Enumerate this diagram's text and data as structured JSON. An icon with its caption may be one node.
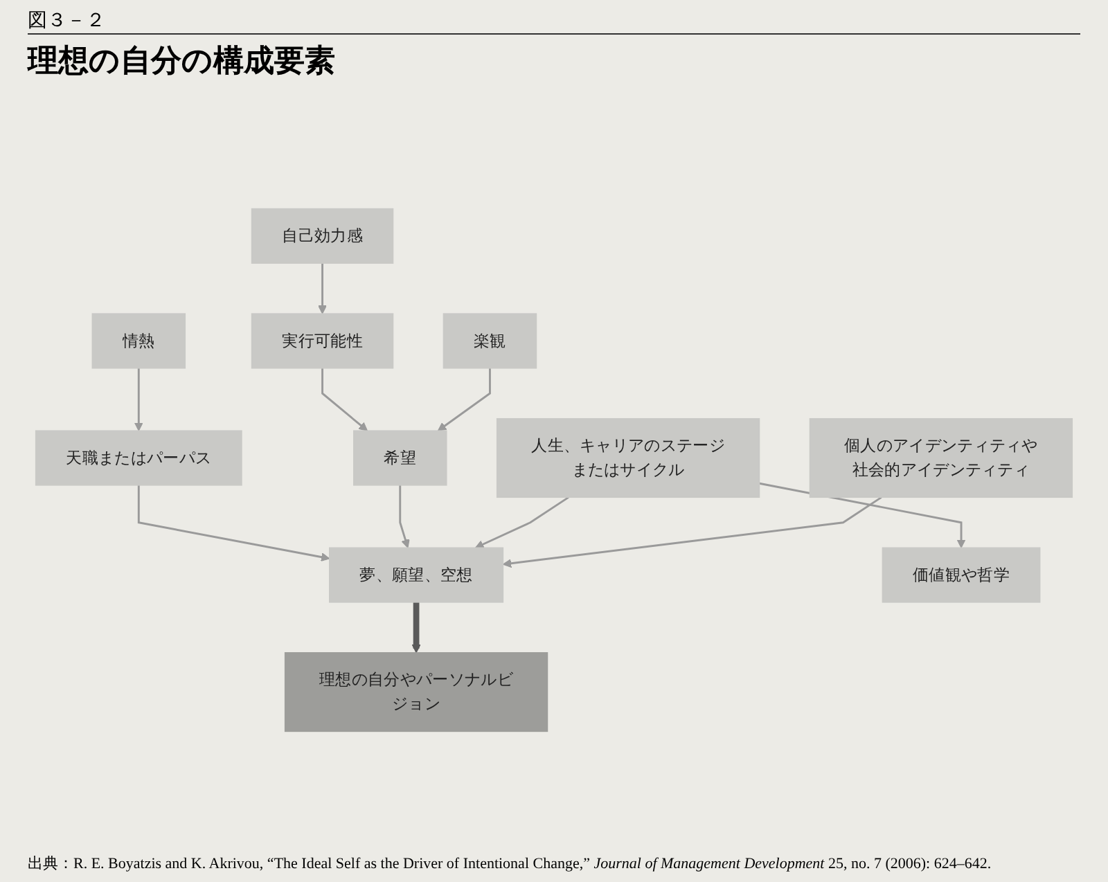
{
  "diagram": {
    "title": "理想の自分の構成要素",
    "caption": "出典：R. E. Boyatzis and K. Akrivou, “The Ideal Self as the Driver of Intentional Change,” *Journal of Management Development* 25, no. 7 (2006): 624–642.",
    "nodes": [
      {
        "text": [
          "自己効力感"
        ]
      },
      {
        "text": [
          "実行可能性"
        ]
      },
      {
        "text": [
          "楽観"
        ]
      },
      {
        "text": [
          "情熱"
        ]
      },
      {
        "text": [
          "天職またはパーパス"
        ]
      },
      {
        "text": [
          "希望"
        ]
      },
      {
        "text": [
          "人生、キャリアのステージまたはサイクル"
        ]
      },
      {
        "text": [
          "夢、願望、空想"
        ]
      },
      {
        "text": [
          "理想の自分やパーソナルビジョン"
        ]
      },
      {
        "text": [
          "価値観や哲学"
        ]
      },
      {
        "text": [
          "個人のアイデンティティや社会的アイデンティティ"
        ]
      }
    ],
    "edges": [
      {
        "from": 0,
        "to": 1,
        "arrow": "to"
      },
      {
        "from": 1,
        "to": 5,
        "arrow": "to"
      },
      {
        "from": 2,
        "to": 5,
        "arrow": "to"
      },
      {
        "from": 3,
        "to": 4,
        "arrow": "to"
      },
      {
        "from": 4,
        "to": 7,
        "arrow": "to"
      },
      {
        "from": 5,
        "to": 7,
        "arrow": "to"
      },
      {
        "from": 6,
        "to": 7,
        "arrow": "to"
      },
      {
        "from": 7,
        "to": 8,
        "arrow": "to",
        "style": "thick",
        "color": "#5a5a5a"
      },
      {
        "from": 6,
        "to": 9,
        "arrow": "to"
      },
      {
        "from": 10,
        "to": 7,
        "arrow": "to"
      }
    ],
    "labels": [
      "図３－２"
    ]
  }
}
